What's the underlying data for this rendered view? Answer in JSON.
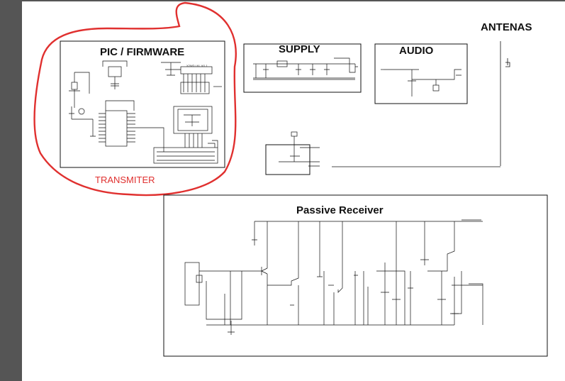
{
  "labels": {
    "pic_firmware": "PIC / FIRMWARE",
    "supply": "SUPPLY",
    "audio": "AUDIO",
    "antenas": "ANTENAS",
    "passive_receiver": "Passive Receiver",
    "transmiter": "TRANSMITER",
    "module_note": "X2WD LKL Vi1.1"
  },
  "colors": {
    "annotation": "#e0302f",
    "wire": "#111111",
    "frame": "#555555"
  }
}
